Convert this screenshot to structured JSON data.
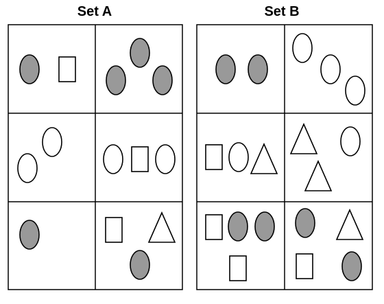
{
  "set_a": {
    "title": "Set A",
    "cells": [
      [
        {
          "shape": "ellipse",
          "fill": "gray"
        },
        {
          "shape": "rectangle",
          "fill": "white"
        }
      ],
      [
        {
          "shape": "ellipse",
          "fill": "gray"
        },
        {
          "shape": "ellipse",
          "fill": "gray"
        },
        {
          "shape": "ellipse",
          "fill": "gray"
        }
      ],
      [
        {
          "shape": "ellipse",
          "fill": "white"
        },
        {
          "shape": "ellipse",
          "fill": "white"
        }
      ],
      [
        {
          "shape": "ellipse",
          "fill": "white"
        },
        {
          "shape": "rectangle",
          "fill": "white"
        },
        {
          "shape": "ellipse",
          "fill": "white"
        }
      ],
      [
        {
          "shape": "ellipse",
          "fill": "gray"
        }
      ],
      [
        {
          "shape": "rectangle",
          "fill": "white"
        },
        {
          "shape": "triangle",
          "fill": "white"
        },
        {
          "shape": "ellipse",
          "fill": "gray"
        }
      ]
    ]
  },
  "set_b": {
    "title": "Set B",
    "cells": [
      [
        {
          "shape": "ellipse",
          "fill": "gray"
        },
        {
          "shape": "ellipse",
          "fill": "gray"
        }
      ],
      [
        {
          "shape": "ellipse",
          "fill": "white"
        },
        {
          "shape": "ellipse",
          "fill": "white"
        },
        {
          "shape": "ellipse",
          "fill": "white"
        }
      ],
      [
        {
          "shape": "rectangle",
          "fill": "white"
        },
        {
          "shape": "ellipse",
          "fill": "white"
        },
        {
          "shape": "triangle",
          "fill": "white"
        }
      ],
      [
        {
          "shape": "triangle",
          "fill": "white"
        },
        {
          "shape": "ellipse",
          "fill": "white"
        },
        {
          "shape": "triangle",
          "fill": "white"
        }
      ],
      [
        {
          "shape": "rectangle",
          "fill": "white"
        },
        {
          "shape": "ellipse",
          "fill": "gray"
        },
        {
          "shape": "ellipse",
          "fill": "gray"
        },
        {
          "shape": "rectangle",
          "fill": "white"
        }
      ],
      [
        {
          "shape": "ellipse",
          "fill": "gray"
        },
        {
          "shape": "triangle",
          "fill": "white"
        },
        {
          "shape": "rectangle",
          "fill": "white"
        },
        {
          "shape": "ellipse",
          "fill": "gray"
        }
      ]
    ]
  },
  "colors": {
    "gray": "#999999",
    "white": "#ffffff",
    "stroke": "#000000"
  }
}
